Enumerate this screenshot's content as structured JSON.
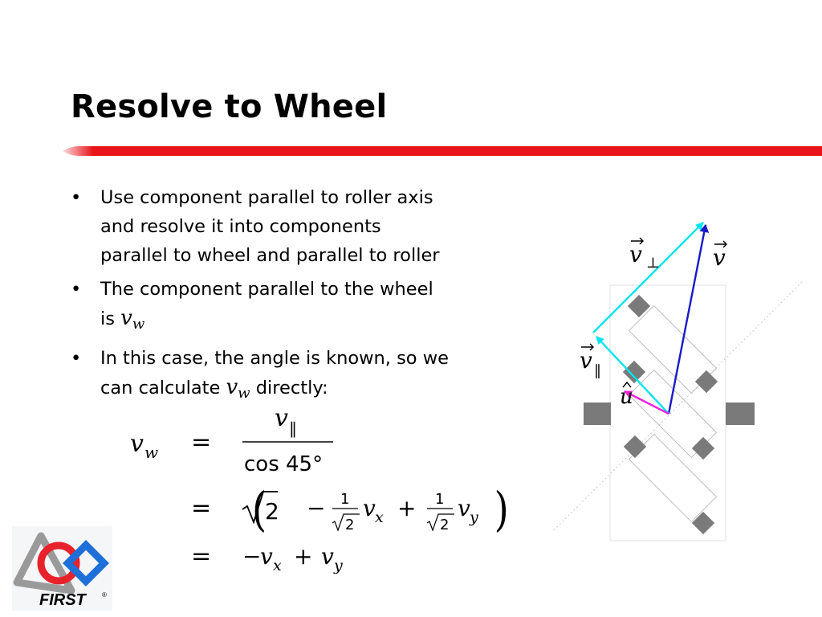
{
  "slide": {
    "title": "Resolve to Wheel",
    "bullets": [
      {
        "marker": "•",
        "lines": [
          "Use component parallel to roller axis",
          "and resolve it into components",
          "parallel to wheel and parallel to roller"
        ]
      },
      {
        "marker": "•",
        "line1": "The component parallel to the wheel",
        "line2_prefix": "is ",
        "math": "v",
        "math_sub": "w"
      },
      {
        "marker": "•",
        "line1": "In this case, the angle is known, so we",
        "line2_prefix": "can calculate ",
        "math": "v",
        "math_sub": "w",
        "line2_suffix": " directly:"
      }
    ]
  },
  "equation": {
    "lhs": "v",
    "lhs_sub": "w",
    "eq": "=",
    "frac_num": "v",
    "frac_num_sub": "‖",
    "frac_den": "cos 45°",
    "sqrt2": "2",
    "minus": "−",
    "plus": "+",
    "one": "1",
    "vx": "v",
    "x_sub": "x",
    "vy": "v",
    "y_sub": "y",
    "lparen": "(",
    "rparen": ")"
  },
  "figure": {
    "labels": {
      "v_perp": "v",
      "perp_sub": "⊥",
      "v": "v",
      "v_par": "v",
      "par_sub": "‖",
      "u_hat": "u"
    },
    "colors": {
      "cyan": "#00e5f0",
      "blue": "#1818c8",
      "magenta": "#ee20d8",
      "roller": "#7a7a7a",
      "guide": "#c8c8c8"
    }
  },
  "logo": {
    "text": "FIRST",
    "reg": "®",
    "colors": {
      "red": "#e8222a",
      "blue": "#1f6fd8",
      "gray": "#9a9a9a"
    }
  },
  "theme": {
    "accent_red": "#e8141a"
  }
}
